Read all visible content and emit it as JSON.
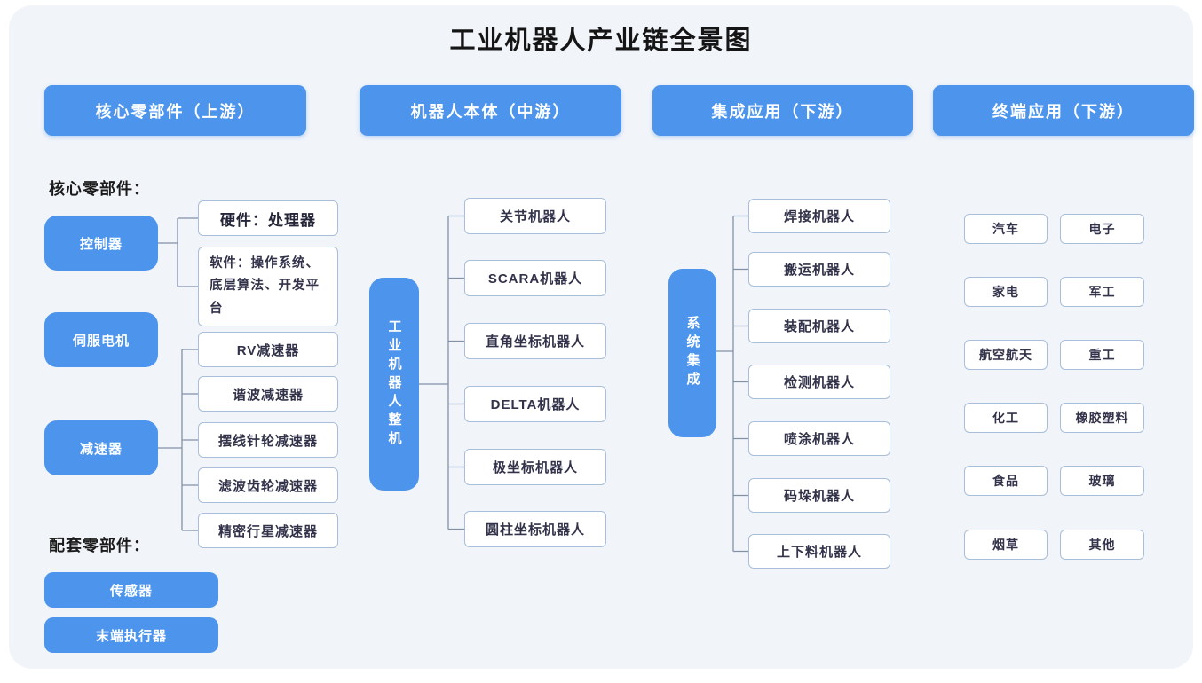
{
  "title": "工业机器人产业链全景图",
  "colors": {
    "accent_blue": "#4d95ec",
    "card_background": "#f1f4f9",
    "node_border": "#a9bedb",
    "node_text": "#32324a",
    "connector": "#8291a8"
  },
  "headers": [
    {
      "label": "核心零部件（上游）"
    },
    {
      "label": "机器人本体（中游）"
    },
    {
      "label": "集成应用（下游）"
    },
    {
      "label": "终端应用（下游）"
    }
  ],
  "upstream": {
    "core_label": "核心零部件：",
    "controller": "控制器",
    "controller_children": [
      "硬件：处理器",
      "软件：操作系统、底层算法、开发平台"
    ],
    "servo_motor": "伺服电机",
    "reducer": "减速器",
    "reducer_children": [
      "RV减速器",
      "谐波减速器",
      "摆线针轮减速器",
      "滤波齿轮减速器",
      "精密行星减速器"
    ],
    "support_label": "配套零部件：",
    "support_items": [
      "传感器",
      "末端执行器"
    ]
  },
  "midstream": {
    "hub": "工业机器人整机",
    "items": [
      "关节机器人",
      "SCARA机器人",
      "直角坐标机器人",
      "DELTA机器人",
      "极坐标机器人",
      "圆柱坐标机器人"
    ]
  },
  "integration": {
    "hub": "系统集成",
    "items": [
      "焊接机器人",
      "搬运机器人",
      "装配机器人",
      "检测机器人",
      "喷涂机器人",
      "码垛机器人",
      "上下料机器人"
    ]
  },
  "applications": {
    "items": [
      "汽车",
      "电子",
      "家电",
      "军工",
      "航空航天",
      "重工",
      "化工",
      "橡胶塑料",
      "食品",
      "玻璃",
      "烟草",
      "其他"
    ]
  }
}
